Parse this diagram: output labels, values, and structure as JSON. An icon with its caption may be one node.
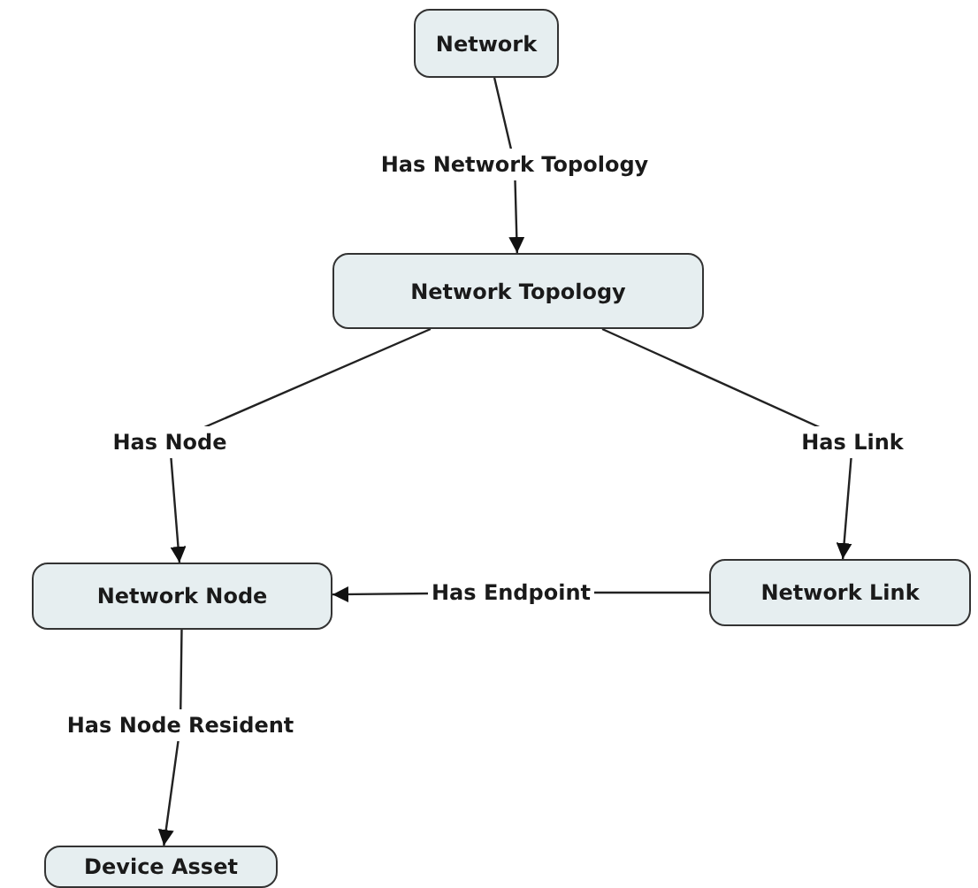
{
  "diagram": {
    "nodes": [
      {
        "text": [
          "Network"
        ]
      },
      {
        "text": [
          "Network Topology"
        ]
      },
      {
        "text": [
          "Network Node"
        ]
      },
      {
        "text": [
          "Network Link"
        ]
      },
      {
        "text": [
          "Device Asset"
        ]
      }
    ],
    "edges": [
      {
        "from": 0,
        "to": 1,
        "arrow": "to",
        "label": "Has Network Topology"
      },
      {
        "from": 1,
        "to": 2,
        "arrow": "to",
        "label": "Has Node"
      },
      {
        "from": 1,
        "to": 3,
        "arrow": "to",
        "label": "Has Link"
      },
      {
        "from": 3,
        "to": 2,
        "arrow": "to",
        "label": "Has Endpoint"
      },
      {
        "from": 2,
        "to": 4,
        "arrow": "to",
        "label": "Has Node Resident"
      }
    ]
  }
}
